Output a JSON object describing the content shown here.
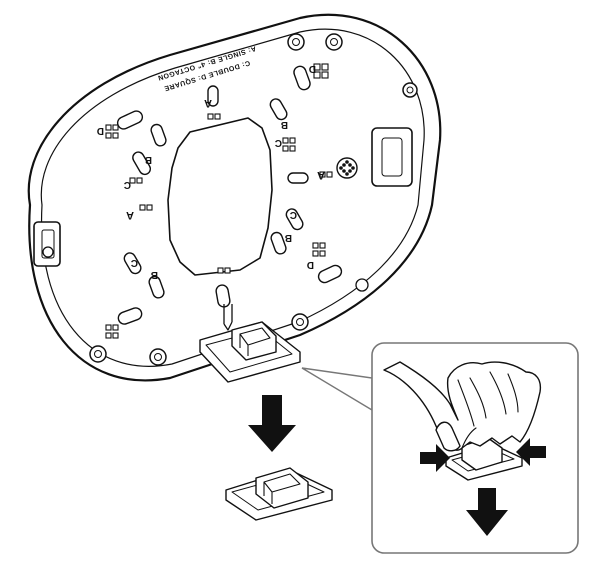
{
  "plate": {
    "printed_lines": [
      "C: DOUBLE   D: SQUARE",
      "A: SINGLE   B: 4\" OCTAGON"
    ],
    "hole_letters": [
      {
        "id": "a-top",
        "text": "A"
      },
      {
        "id": "d-top-right",
        "text": "D"
      },
      {
        "id": "b-top-right",
        "text": "B"
      },
      {
        "id": "c-top-right",
        "text": "C"
      },
      {
        "id": "a-right",
        "text": "A"
      },
      {
        "id": "c-mid-right",
        "text": "C"
      },
      {
        "id": "b-mid-right",
        "text": "B"
      },
      {
        "id": "d-bottom-right",
        "text": "D"
      },
      {
        "id": "d-left",
        "text": "D"
      },
      {
        "id": "b-left",
        "text": "B"
      },
      {
        "id": "c-left",
        "text": "C"
      },
      {
        "id": "a-left",
        "text": "A"
      },
      {
        "id": "c-bottom-left",
        "text": "C"
      },
      {
        "id": "b-bottom-left",
        "text": "B"
      }
    ]
  },
  "arrows": {
    "removal_direction": "down",
    "squeeze_directions": [
      "right",
      "left"
    ],
    "pull_direction": "down"
  }
}
